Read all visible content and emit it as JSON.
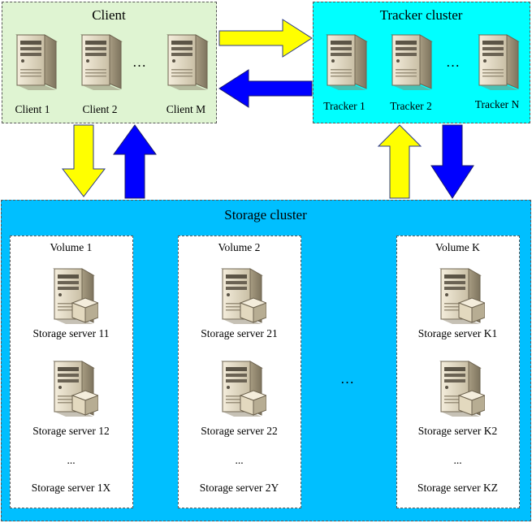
{
  "client": {
    "title": "Client",
    "servers": [
      "Client 1",
      "Client 2",
      "Client M"
    ],
    "ellipsis": "…"
  },
  "tracker": {
    "title": "Tracker cluster",
    "servers": [
      "Tracker 1",
      "Tracker 2",
      "Tracker N"
    ],
    "ellipsis": "…"
  },
  "storage": {
    "title": "Storage cluster",
    "ellipsis": "…",
    "volumes": [
      {
        "title": "Volume 1",
        "servers": [
          "Storage server 11",
          "Storage server 12"
        ],
        "ellipsis": "...",
        "last": "Storage server 1X"
      },
      {
        "title": "Volume 2",
        "servers": [
          "Storage server 21",
          "Storage server 22"
        ],
        "ellipsis": "...",
        "last": "Storage server 2Y"
      },
      {
        "title": "Volume K",
        "servers": [
          "Storage server K1",
          "Storage server K2"
        ],
        "ellipsis": "...",
        "last": "Storage server KZ"
      }
    ]
  },
  "colors": {
    "client_bg": "#dff4d2",
    "tracker_bg": "#00ffff",
    "storage_bg": "#00bfff",
    "arrow_yellow": "#ffff00",
    "arrow_blue": "#0000ff"
  }
}
